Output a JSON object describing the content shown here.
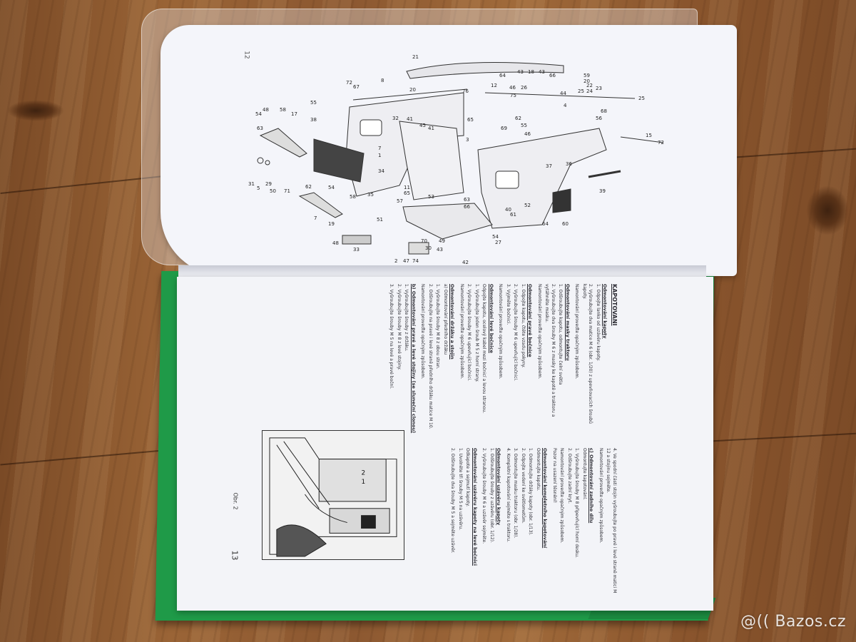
{
  "top_page": {
    "page_number": "12"
  },
  "diagram": {
    "part_numbers": [
      "21",
      "72",
      "67",
      "8",
      "55",
      "20",
      "64",
      "43",
      "18",
      "43",
      "66",
      "59",
      "20",
      "12",
      "46",
      "26",
      "75",
      "22",
      "24",
      "23",
      "25",
      "44",
      "76",
      "25",
      "15",
      "72",
      "38",
      "32",
      "41",
      "45",
      "41",
      "65",
      "62",
      "55",
      "69",
      "46",
      "3",
      "68",
      "56",
      "4",
      "54",
      "48",
      "58",
      "17",
      "63",
      "54",
      "7",
      "1",
      "35",
      "34",
      "37",
      "36",
      "39",
      "31",
      "5",
      "29",
      "50",
      "71",
      "11",
      "65",
      "53",
      "57",
      "58",
      "62",
      "51",
      "19",
      "7",
      "63",
      "66",
      "54",
      "27",
      "64",
      "60",
      "70",
      "30",
      "33",
      "43",
      "42",
      "49",
      "2",
      "47",
      "74",
      "40",
      "61",
      "52",
      "48",
      "17",
      "1",
      "7"
    ]
  },
  "bottom_page": {
    "page_number": "13",
    "figure_caption": "Obr. 2",
    "heading": "KAPOTOVÁNÍ",
    "left_column": [
      {
        "title": "Odmontování kapoty",
        "lines": [
          "1. Odpojte lanko od uzávěru kapoty.",
          "2. Vyšroubujte dva matice M 6 (obr. 1/20) z upevňovacích šroubů kapoty.",
          "Namontování proveďte opačným způsobem."
        ]
      },
      {
        "title": "Odmontování masky traktoru",
        "lines": [
          "1. Odšroubujte kapotu, odmontujte čelní světla",
          "2. Vyšroubujte dva šrouby M 6 z masky ke kapotě a traktoru a vytáhněte masku.",
          "Namontování proveďte opačným způsobem."
        ]
      },
      {
        "title": "Odmontování pravé bočnice",
        "lines": [
          "1. Odpojte kapotu, čtěte vzadu pokyny.",
          "2. Vyšroubujte šrouby M 6 upevňující bočnici.",
          "3. Vyjměte bočnici.",
          "Namontování proveďte opačným způsobem."
        ]
      },
      {
        "title": "Odmontování levé bočnice",
        "lines": [
          "Odpojte kapotu, ocelový kabel mezi bočnicí a levou stranou.",
          "1. Vyšroubujte jeden šroub M 5 z horní strany.",
          "2. Vyšroubujte šrouby M 6 upevňující bočnici.",
          "Namontování proveďte opačným způsobem."
        ]
      },
      {
        "title": "Odmontování držáku a stojin",
        "lines": [
          "a) Odmontování předního držáku",
          "1. Vyšroubujte šrouby M 8 z obou stran.",
          "2. Odšroubujte na pravé i levé straně předního držáku matice M 10.",
          "Namontování proveďte opačným způsobem."
        ]
      },
      {
        "title": "b) Odmontování pravé a levé stojiny (se sluneční clonou)",
        "lines": [
          "1. Vyšroubujte šrouby z držáku.",
          "2. Vyšroubujte šrouby M 8 z levé stojiny.",
          "3. Vyšroubujte šrouby M 5 na levé a pravé boční."
        ]
      }
    ],
    "right_column": [
      {
        "title": "",
        "lines": [
          "4. Ve spodní části stojin vyšroubujte po pravé i levé straně matici M 12 a stojinu sejměte.",
          "Namontování proveďte opačným způsobem."
        ]
      },
      {
        "title": "c) Odmontování zadního dílu",
        "lines": [
          "Odmontujte kapotování.",
          "1. Vyšroubujte šrouby M 8 připevňující horní desku.",
          "2. Odšroubujte zadní kryt.",
          "Namontování proveďte opačným způsobem.",
          "Pozor na usazení těsnění!"
        ]
      },
      {
        "title": "Odmontování kompletního kapotování",
        "lines": [
          "Odmontujte kapotu.",
          "1. Odmontujte držáky kapoty (obr. 1/13).",
          "2. Odpojte vedení ke světlometům.",
          "3. Odmontujte masku traktoru (obr. 1/28).",
          "4. Kompletní kapotování sejměte s traktoru."
        ]
      },
      {
        "title": "Odmontování uzávěru kapoty",
        "lines": [
          "1. Odšroubujte šrouby z uzávěru (obr. 1/12).",
          "2. Vyšroubujte šrouby M 6 a uzávěr sejměte."
        ]
      },
      {
        "title": "Odmontování uzávěru kapoty na levé bočnici",
        "lines": [
          "Odkapote a sejmutí kapoty.",
          "1. Uvolněte tři šrouby M 5 na uzávěru.",
          "2. Odšroubujte dva šrouby M 5 a sejměte uzávěr."
        ]
      }
    ]
  },
  "watermark": "@(( Bazos.cz"
}
